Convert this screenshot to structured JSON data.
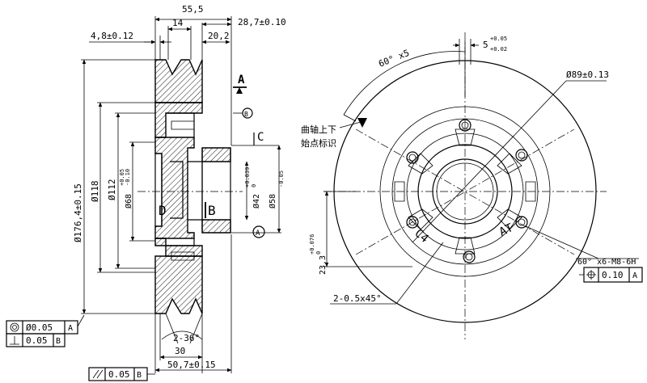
{
  "side_view": {
    "dim_top_total": "55,5",
    "dim_14": "14",
    "dim_28_7": "28,7±0.10",
    "dim_4_8": "4,8±0.12",
    "dim_20_2": "20,2",
    "label_A": "A",
    "label_C": "C",
    "label_B": "B",
    "label_D": "D",
    "circle_B_label": "B",
    "circle_A_label": "A",
    "dia_176": "Ø176,4±0.15",
    "dia_118": "Ø118",
    "dia_112": "Ø112",
    "dia_68": "Ø68",
    "dia_68_tol_upper": "+0.05",
    "dia_68_tol_lower": "-0.10",
    "dia_42": "Ø42",
    "dia_42_tol_upper": "+0.039",
    "dia_42_tol_lower": "0",
    "dia_58": "Ø58",
    "dia_58_tol": "-0.05",
    "groove_angle": "2-36°",
    "dim_30": "30",
    "dim_50_7": "50,7±0.15"
  },
  "tolerance_frames": {
    "concentricity": {
      "value": "Ø0.05",
      "datum": "A"
    },
    "perpendicularity": {
      "value": "0.05",
      "datum": "B"
    },
    "parallelism": {
      "value": "0.05",
      "datum": "B"
    },
    "position": {
      "value": "0.10",
      "datum": "A"
    }
  },
  "front_view": {
    "angle_label": "60° x5",
    "dim_5_upper": "+0.05",
    "dim_5_main": "5",
    "dim_5_lower": "+0.02",
    "dia_89": "Ø89±0.13",
    "note_line1": "曲轴上下",
    "note_line2": "始点标识",
    "dim_23": "23,3",
    "dim_23_tol_upper": "+0.076",
    "dim_23_tol_lower": "0",
    "chamfer": "2-0.5x45°",
    "thread": "60° x6-M8-6H",
    "mark_c4": "C4",
    "mark_at": "AT"
  }
}
